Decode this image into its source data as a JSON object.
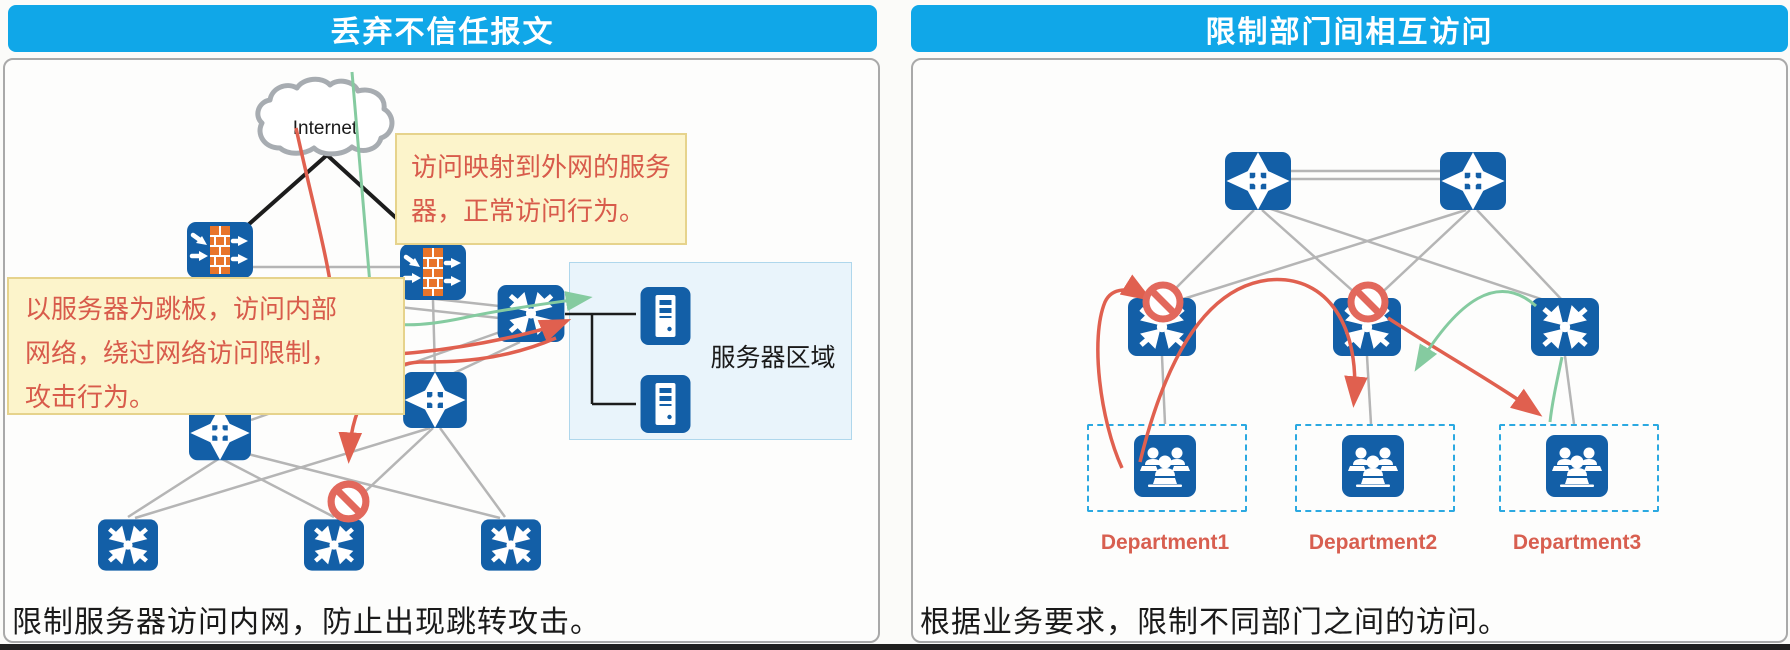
{
  "panels": {
    "left": {
      "title": "丢弃不信任报文",
      "cloud_label": "Internet",
      "callout_normal": {
        "lines": [
          "访问映射到外网的服务",
          "器，正常访问行为。"
        ]
      },
      "callout_attack": {
        "lines": [
          "以服务器为跳板，访问内部",
          "网络，绕过网络访问限制，",
          "攻击行为。"
        ]
      },
      "server_area_label": "服务器区域",
      "caption": "限制服务器访问内网，防止出现跳转攻击。"
    },
    "right": {
      "title": "限制部门间相互访问",
      "departments": [
        {
          "label": "Department1"
        },
        {
          "label": "Department2"
        },
        {
          "label": "Department3"
        }
      ],
      "caption": "根据业务要求，限制不同部门之间的访问。"
    }
  },
  "icons": {
    "internet-cloud-icon": "cloud outline",
    "firewall-icon": "blue square, orange brick column, white arrows",
    "l3-switch-icon": "blue square, four outward arrows with center dot",
    "lan-switch-icon": "blue square, four inward arrows to center dot",
    "server-icon": "blue square with white server tower",
    "workgroup-icon": "blue square with three people at laptops",
    "prohibited-icon": "red no-entry circle with diagonal bar"
  },
  "colors": {
    "title_bar": "#10a7e8",
    "device_blue": "#135fa7",
    "firewall_brick_orange": "#e8742a",
    "attack_red": "#e0604f",
    "allow_green": "#85cba0",
    "label_red": "#d85f50",
    "callout_bg": "#fcf4cb",
    "prohibit_red": "#e2685c",
    "link_gray": "#b5b5b5",
    "trunk_black": "#1c1c1c",
    "dept_border_cyan": "#2ba9e1",
    "server_area_bg": "#e9f4fb"
  }
}
